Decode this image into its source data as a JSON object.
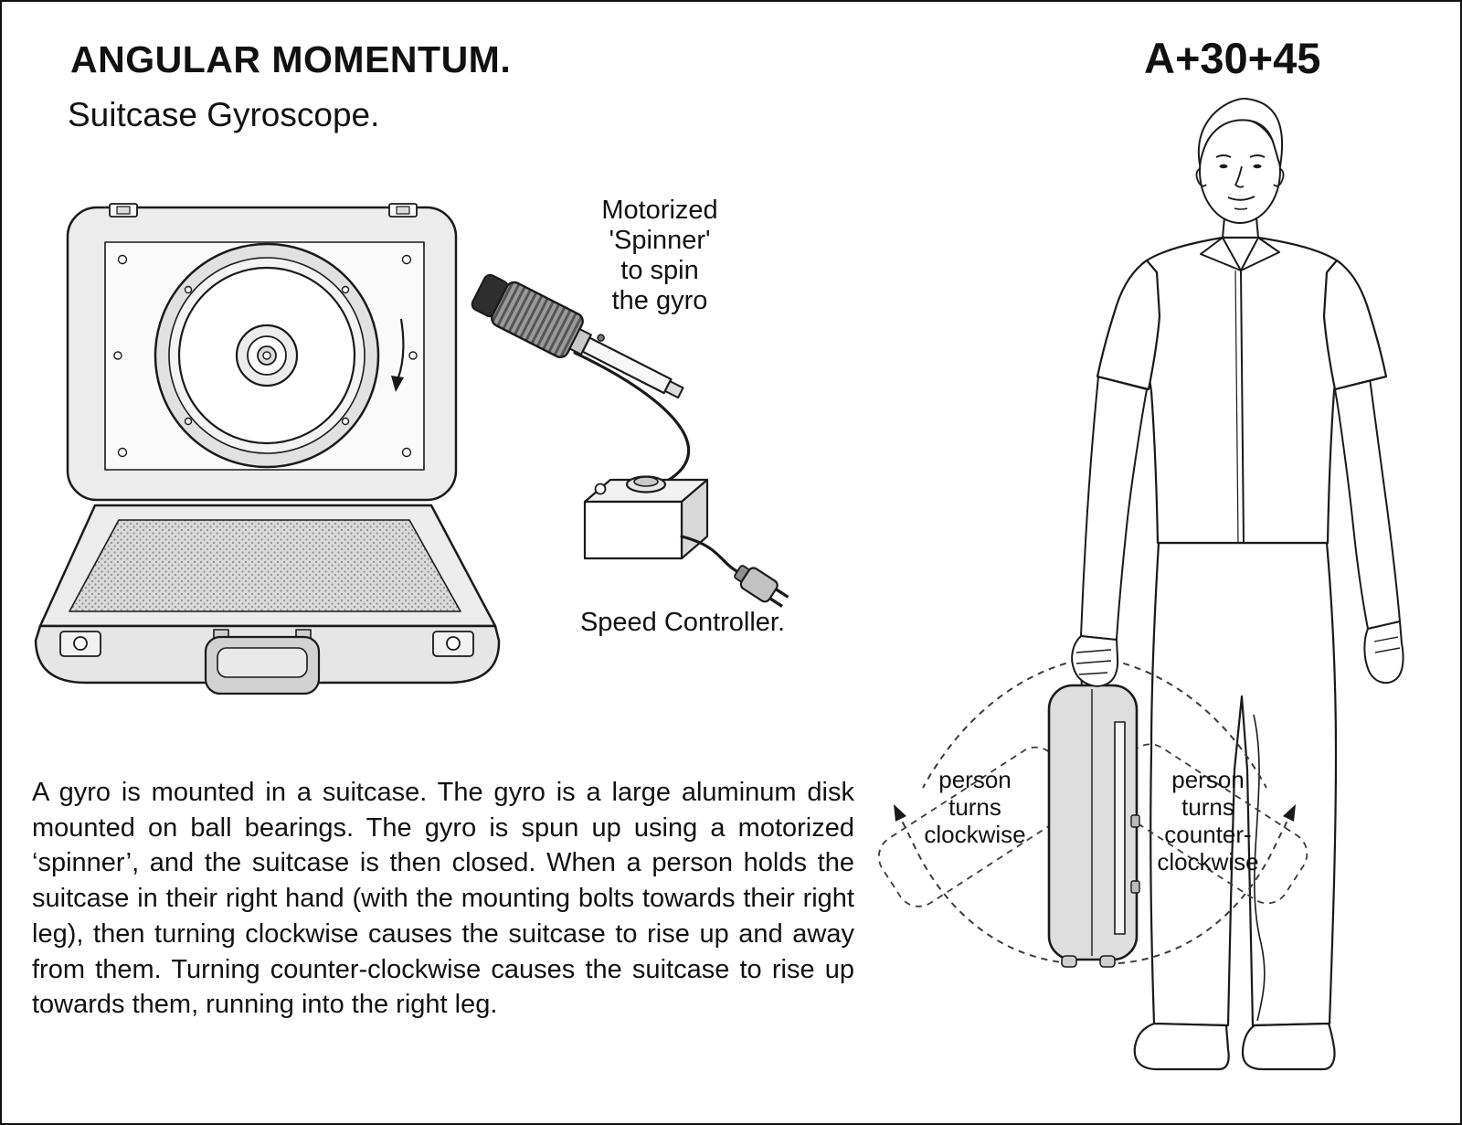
{
  "page": {
    "title": "ANGULAR MOMENTUM.",
    "subtitle": "Suitcase Gyroscope.",
    "code": "A+30+45"
  },
  "labels": {
    "spinner": {
      "l1": "Motorized",
      "l2": "'Spinner'",
      "l3": "to spin",
      "l4": "the gyro"
    },
    "speed_controller": "Speed Controller.",
    "turn_cw": {
      "l1": "person",
      "l2": "turns",
      "l3": "clockwise"
    },
    "turn_ccw": {
      "l1": "person",
      "l2": "turns",
      "l3": "counter-",
      "l4": "clockwise"
    }
  },
  "description": {
    "text": "A gyro is mounted in a suitcase. The gyro is a large aluminum disk mounted on ball bearings. The gyro is spun up using a motorized ‘spinner’, and the suitcase is then closed. When a person holds the suitcase in their right hand (with the mounting bolts towards their right leg), then turning clockwise causes the suitcase to rise up and away from them. Turning counter-clockwise causes the suitcase to rise up towards them, running into the right leg."
  },
  "colors": {
    "ink": "#111111",
    "paper": "#ffffff"
  }
}
